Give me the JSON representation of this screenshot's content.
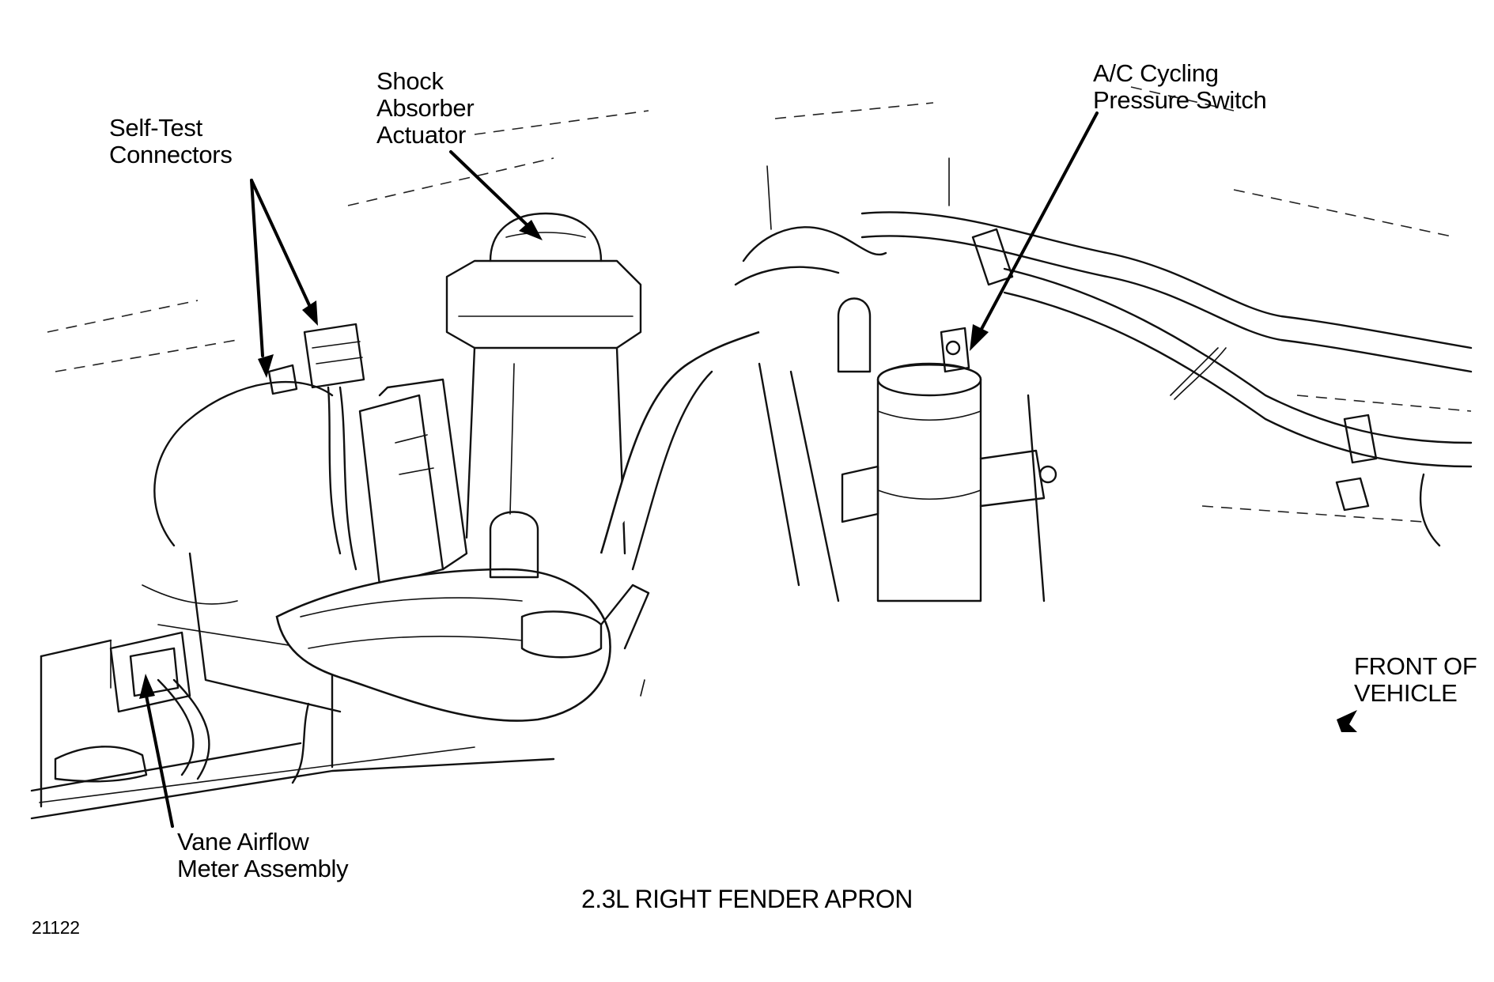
{
  "labels": {
    "self_test": [
      "Self-Test",
      "Connectors"
    ],
    "shock_actuator": [
      "Shock",
      "Absorber",
      "Actuator"
    ],
    "ac_switch": [
      "A/C Cycling",
      "Pressure Switch"
    ],
    "vane_airflow": [
      "Vane Airflow",
      "Meter Assembly"
    ],
    "front_of_vehicle": [
      "FRONT OF",
      "VEHICLE"
    ]
  },
  "caption": "2.3L RIGHT FENDER APRON",
  "figure_number": "21122"
}
